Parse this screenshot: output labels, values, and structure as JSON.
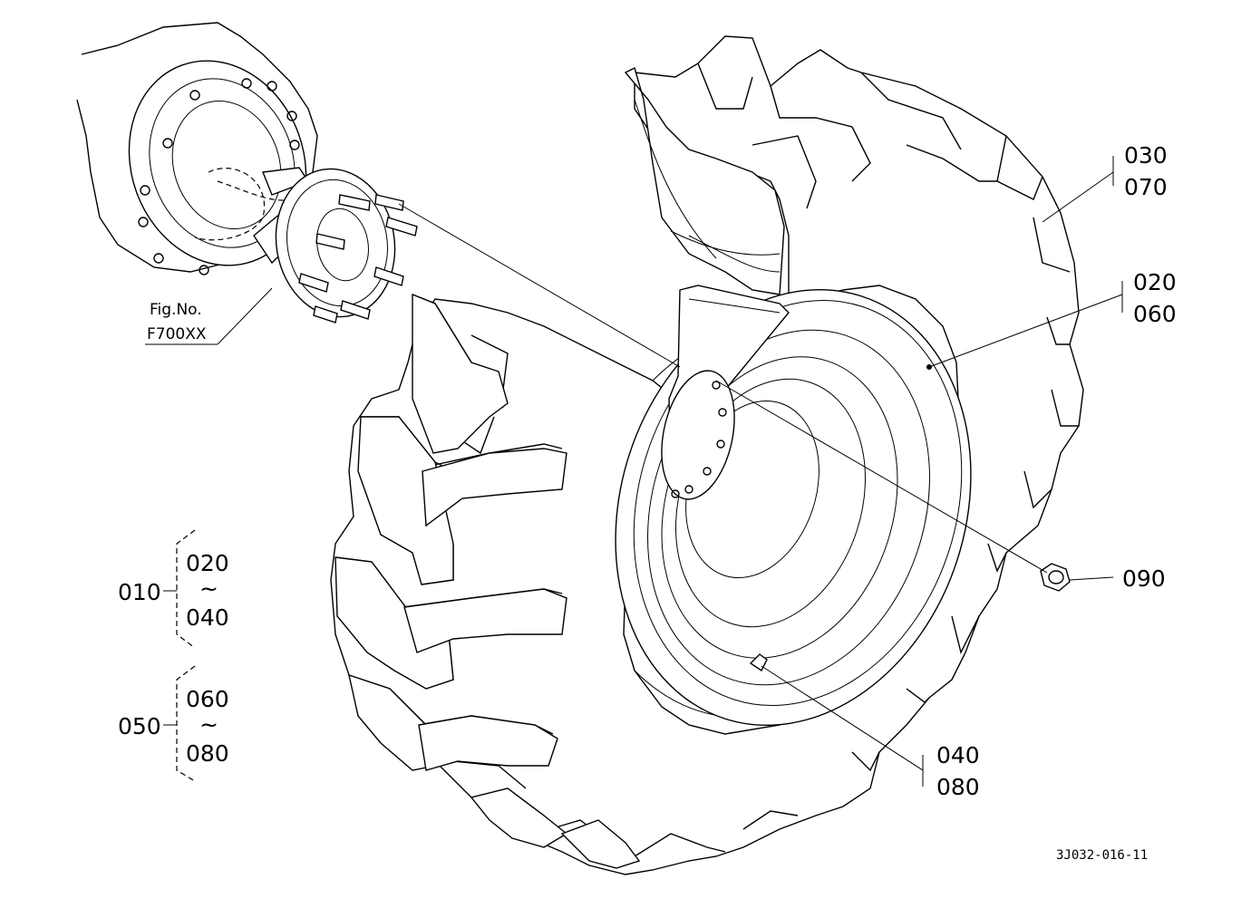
{
  "callouts": {
    "tire_a": "030",
    "tire_b": "070",
    "rim_a": "020",
    "rim_b": "060",
    "nut": "090",
    "valve_a": "040",
    "valve_b": "080"
  },
  "figure_ref": {
    "line1": "Fig.No.",
    "line2": "F700XX"
  },
  "assemblies": [
    {
      "id": "010",
      "from": "020",
      "tilde": "~",
      "to": "040"
    },
    {
      "id": "050",
      "from": "060",
      "tilde": "~",
      "to": "080"
    }
  ],
  "drawing_number": "3J032-016-11"
}
